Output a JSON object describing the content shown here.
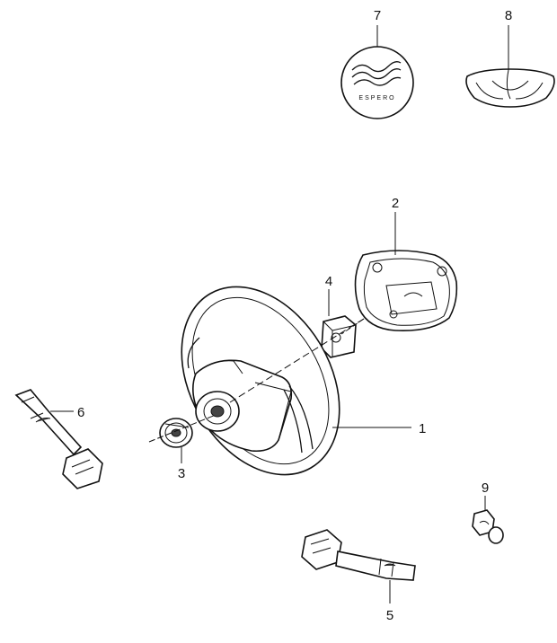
{
  "diagram": {
    "callouts": [
      {
        "id": "1",
        "label": "1"
      },
      {
        "id": "2",
        "label": "2"
      },
      {
        "id": "3",
        "label": "3"
      },
      {
        "id": "4",
        "label": "4"
      },
      {
        "id": "5",
        "label": "5"
      },
      {
        "id": "6",
        "label": "6"
      },
      {
        "id": "7",
        "label": "7"
      },
      {
        "id": "8",
        "label": "8"
      },
      {
        "id": "9",
        "label": "9"
      }
    ],
    "emblem_text": "ESPERO"
  }
}
